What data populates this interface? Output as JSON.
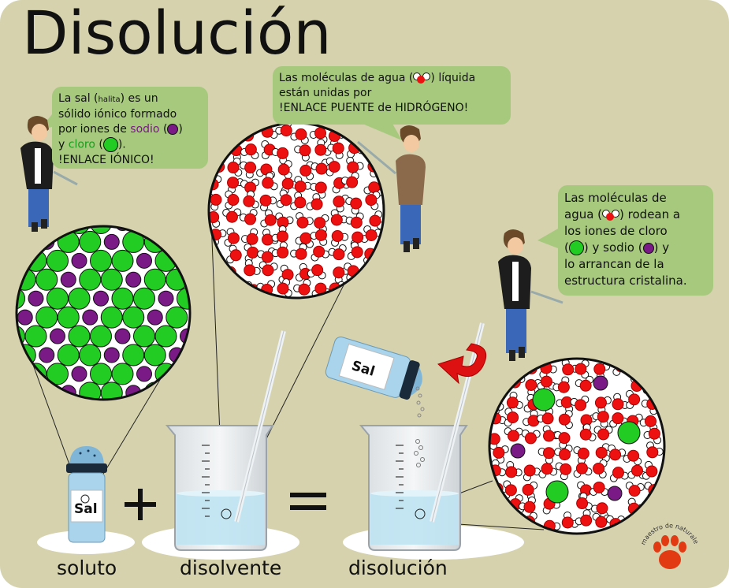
{
  "title": "Disolución",
  "bubble_salt": {
    "pre": "La sal (",
    "small": "halita",
    "line1_end": ") es un",
    "line2": "sólido iónico formado",
    "line3_pre": "por iones de ",
    "sodio": "sodio",
    "line3_post": " (",
    "line3_end": ")",
    "line4_pre": "y ",
    "cloro": "cloro",
    "line4_post": " (",
    "line4_end": ").",
    "line5": "!ENLACE IÓNICO!"
  },
  "bubble_water": {
    "line1_pre": "Las moléculas de agua (",
    "line1_post": ") líquida",
    "line2": "están unidas por",
    "line3": "!ENLACE PUENTE de HIDRÓGENO!"
  },
  "bubble_dissolve": {
    "line1": "Las moléculas de",
    "line2_pre": "agua (",
    "line2_post": ") rodean a",
    "line3": "los iones de cloro",
    "line4_a": "(",
    "line4_b": ") y sodio (",
    "line4_c": ") y",
    "line5": "lo arrancan de la",
    "line6": "estructura cristalina."
  },
  "labels": {
    "soluto": "soluto",
    "disolvente": "disolvente",
    "disolucion": "disolución",
    "plus": "+",
    "equals": "=",
    "sal_shaker": "Sal",
    "sal_pour": "Sal"
  },
  "logo": {
    "text": "maestro de naturales"
  },
  "colors": {
    "background": "#d5d2ad",
    "bubble": "#a7c97d",
    "chloride": "#22cc22",
    "sodium": "#7a1a86",
    "oxygen": "#ee1111",
    "hydrogen": "#ffffff",
    "water": "#bfe3f2",
    "arrow": "#dd1111"
  }
}
